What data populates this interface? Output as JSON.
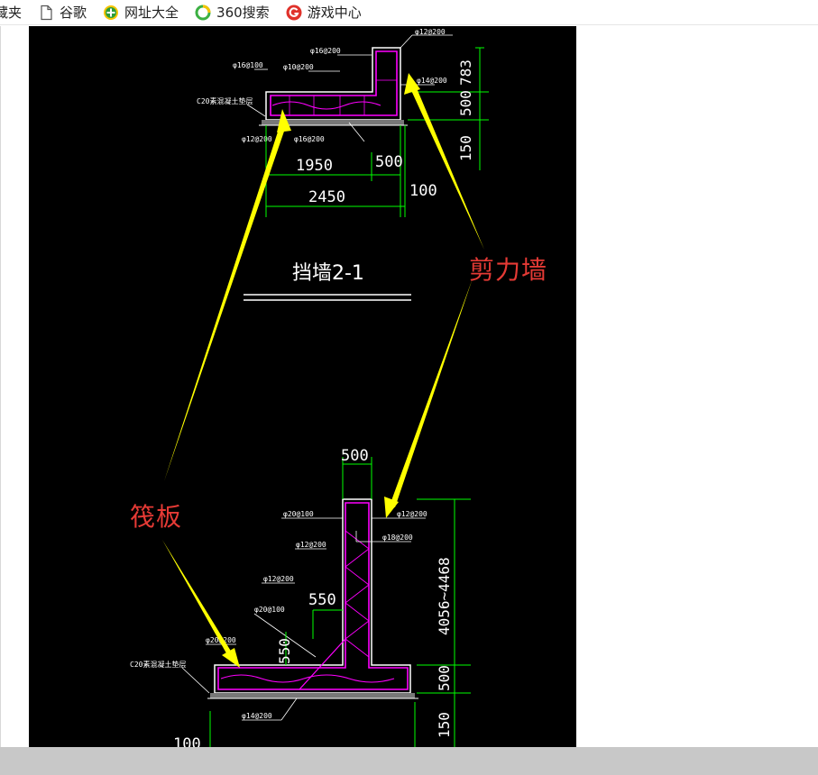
{
  "bookmarks": {
    "items": [
      {
        "label": "藏夹",
        "icon": "star-icon"
      },
      {
        "label": "谷歌",
        "icon": "page-icon"
      },
      {
        "label": "网址大全",
        "icon": "plus-shield-icon"
      },
      {
        "label": "360搜索",
        "icon": "search-360-icon"
      },
      {
        "label": "游戏中心",
        "icon": "game-center-icon"
      }
    ]
  },
  "drawing": {
    "section_title": "挡墙2-1",
    "annotations": {
      "shear_wall": "剪力墙",
      "raft": "筏板"
    },
    "top_wall": {
      "dims_horizontal": [
        "1950",
        "500",
        "2450",
        "100"
      ],
      "dims_vertical": [
        "783",
        "500",
        "150"
      ],
      "rebar_labels": [
        "φ12@200",
        "φ16@100",
        "φ10@200",
        "φ16@200",
        "φ14@200",
        "φ12@200",
        "φ16@200"
      ],
      "concrete_note": "C20素混凝土垫层"
    },
    "bottom_wall": {
      "dims_horizontal": [
        "500",
        "550",
        "100"
      ],
      "dims_vertical": [
        "4056~4468",
        "550",
        "500",
        "150"
      ],
      "rebar_labels": [
        "φ20@100",
        "φ12@200",
        "φ18@200",
        "φ12@200",
        "φ12@200",
        "φ20@100",
        "φ20@200",
        "φ14@200"
      ],
      "concrete_note": "C20素混凝土垫层"
    },
    "colors": {
      "background": "#000000",
      "outline": "#ffffff",
      "dimension": "#00ff00",
      "rebar": "#ff00ff",
      "arrow": "#ffff00",
      "annotation": "#e53a35"
    }
  }
}
